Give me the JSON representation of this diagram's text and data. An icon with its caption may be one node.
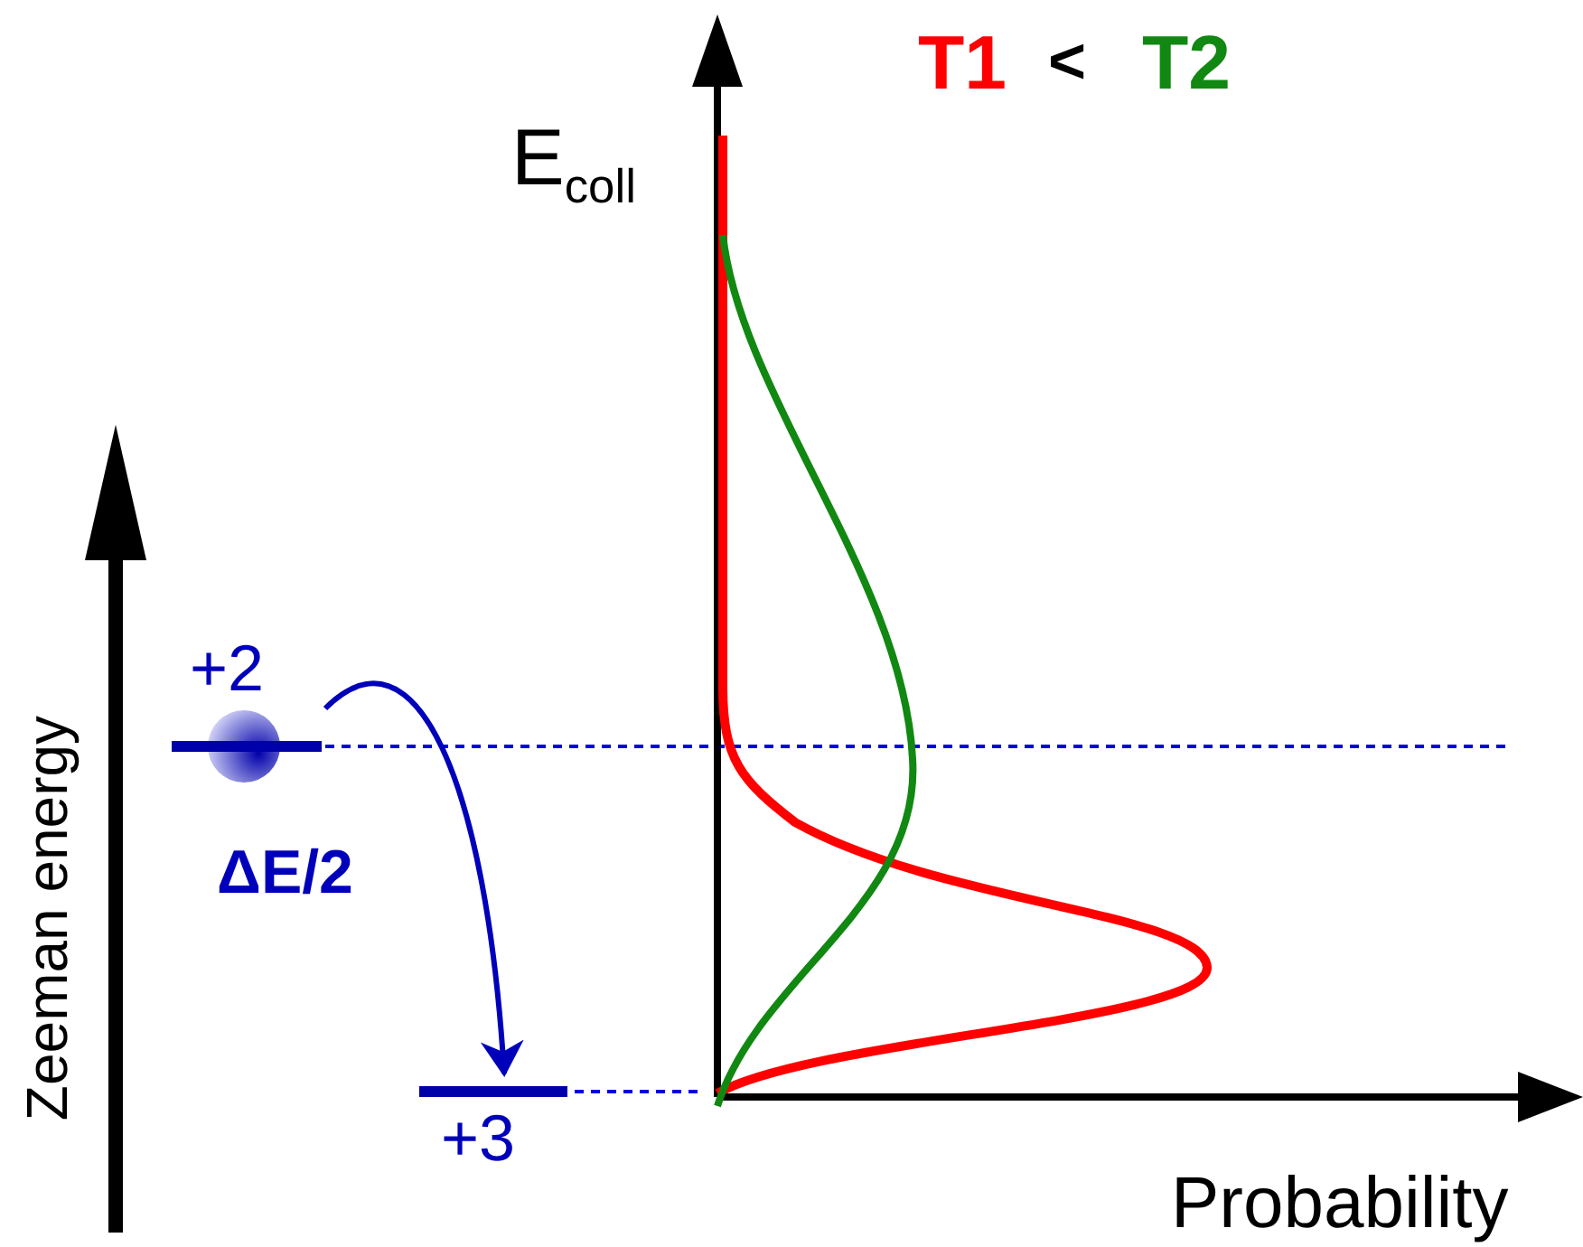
{
  "diagram": {
    "nodes": [
      {
        "text": [
          "+2"
        ]
      },
      {
        "text": [
          "+3"
        ]
      }
    ],
    "edges": [
      {
        "from": 0,
        "to": 1,
        "arrow": "to",
        "label": "ΔE/2"
      }
    ],
    "labels": [
      "T1",
      "<",
      "T2",
      "E$_{coll}$",
      "Zeeman energy",
      "Probability"
    ]
  }
}
